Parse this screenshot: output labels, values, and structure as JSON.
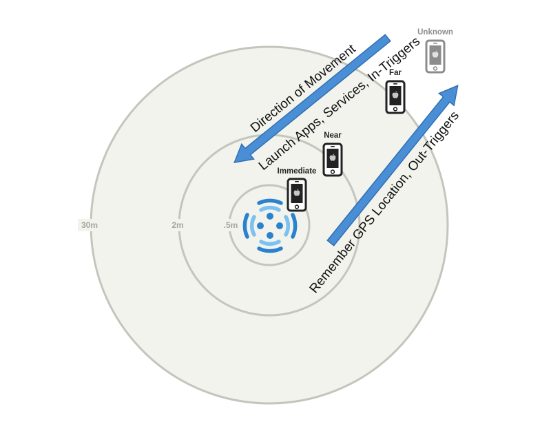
{
  "rings": [
    {
      "label": "30m"
    },
    {
      "label": "2m"
    },
    {
      "label": ".5m"
    }
  ],
  "zones": {
    "immediate": "Immediate",
    "near": "Near",
    "far": "Far",
    "unknown": "Unknown"
  },
  "arrows": {
    "inbound": {
      "line1": "Direction of Movement",
      "line2": "Launch Apps, Services, In-Triggers"
    },
    "outbound": {
      "line1": "Remember GPS Location, Out-Triggers"
    }
  },
  "colors": {
    "ring_fill": "#f1f3ec",
    "ring_stroke": "#c3c6bc",
    "arrow_fill": "#4a8fd6",
    "arrow_stroke": "#2f6fb3",
    "beacon_dark": "#2a82cf",
    "beacon_light": "#7cc1ef",
    "phone_active": "#222222",
    "phone_unknown": "#8c8c8c"
  },
  "icons": {
    "beacon": "beacon-broadcast-icon",
    "phone": "smartphone-apple-icon"
  }
}
